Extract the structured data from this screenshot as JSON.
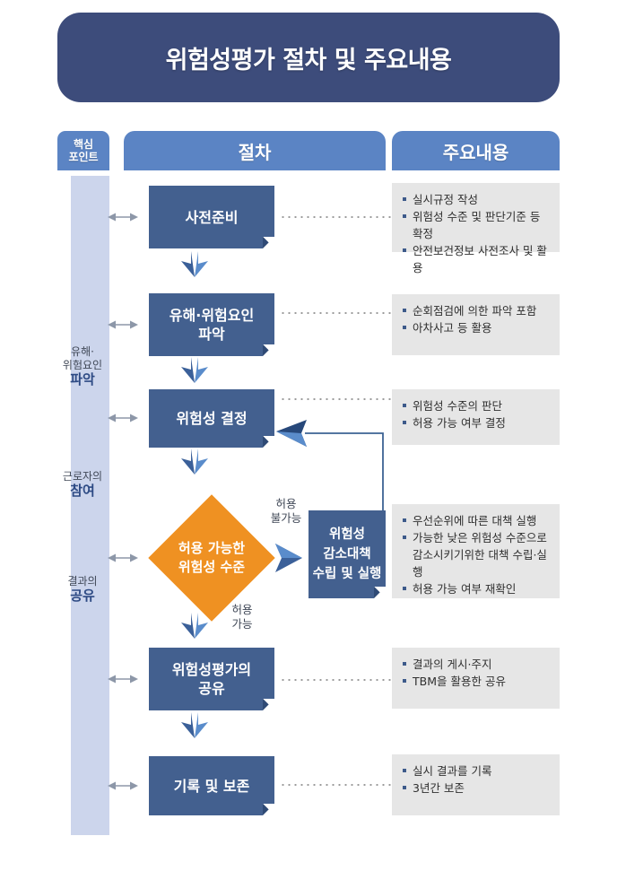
{
  "title": "위험성평가 절차 및 주요내용",
  "headers": {
    "key_point": "핵심",
    "key_point_2": "포인트",
    "procedure": "절차",
    "content": "주요내용"
  },
  "key_points": [
    {
      "top": "유해·",
      "mid": "위험요인",
      "strong": "파악"
    },
    {
      "top": "",
      "mid": "근로자의",
      "strong": "참여"
    },
    {
      "top": "",
      "mid": "결과의",
      "strong": "공유"
    }
  ],
  "steps": [
    {
      "label": "사전준비",
      "bullets": [
        "실시규정 작성",
        "위험성 수준 및 판단기준 등 확정",
        "안전보건정보 사전조사 및 활용"
      ]
    },
    {
      "label": "유해·위험요인\n파악",
      "bullets": [
        "순회점검에 의한 파악 포함",
        "아차사고 등 활용"
      ]
    },
    {
      "label": "위험성 결정",
      "bullets": [
        "위험성 수준의 판단",
        "허용 가능 여부 결정"
      ]
    },
    {
      "label": "허용 가능한\n위험성 수준",
      "bullets": [
        "우선순위에 따른 대책 실행",
        "가능한 낮은 위험성 수준으로\n감소시키기위한 대책 수립·실행",
        "허용 가능 여부 재확인"
      ]
    },
    {
      "label": "위험성평가의\n공유",
      "bullets": [
        "결과의 게시·주지",
        "TBM을 활용한 공유"
      ]
    },
    {
      "label": "기록 및 보존",
      "bullets": [
        "실시 결과를 기록",
        "3년간 보존"
      ]
    }
  ],
  "decision": {
    "diamond_line1": "허용 가능한",
    "diamond_line2": "위험성 수준",
    "branch_no_1": "허용",
    "branch_no_2": "불가능",
    "branch_yes_1": "허용",
    "branch_yes_2": "가능",
    "action_box_l1": "위험성",
    "action_box_l2": "감소대책",
    "action_box_l3": "수립 및 실행"
  },
  "colors": {
    "title_banner": "#3d4c7b",
    "header": "#5b84c4",
    "process_box": "#43608f",
    "diamond": "#ef9122",
    "key_strip": "#ccd5ec",
    "content_panel": "#e6e6e6",
    "arrow": "#4a78b8",
    "bullet": "#3d5a8a"
  }
}
